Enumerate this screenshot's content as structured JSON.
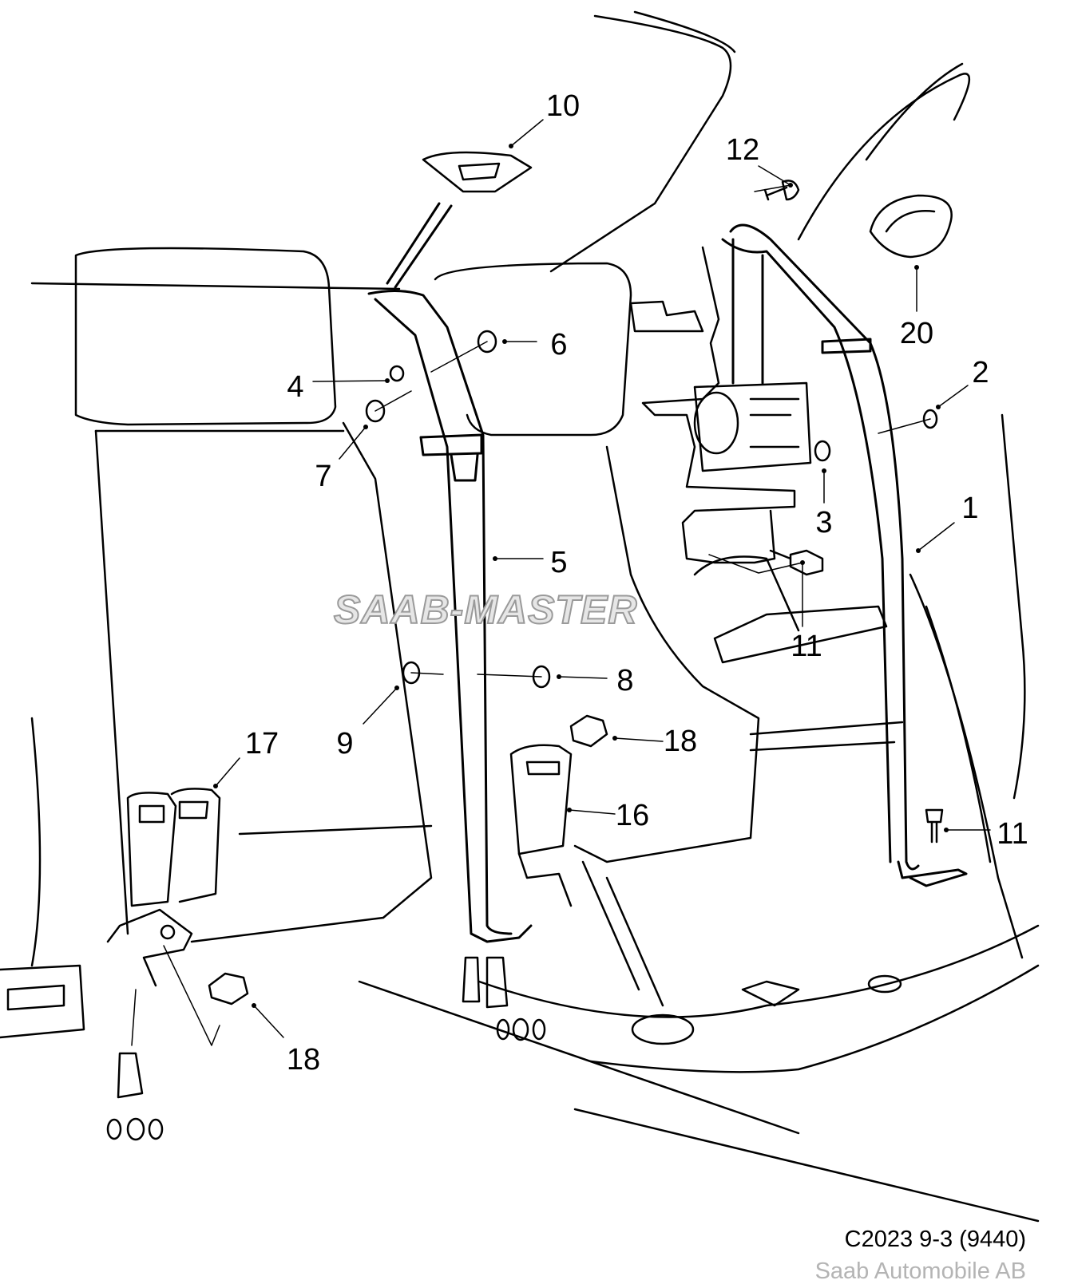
{
  "diagram": {
    "callouts": [
      "10",
      "12",
      "20",
      "6",
      "4",
      "2",
      "7",
      "3",
      "1",
      "5",
      "11",
      "8",
      "9",
      "18",
      "17",
      "16",
      "11",
      "18"
    ],
    "watermark": "SAAB-MASTER",
    "drawing_code": "C2023 9-3 (9440)",
    "copyright": "Saab Automobile AB"
  }
}
